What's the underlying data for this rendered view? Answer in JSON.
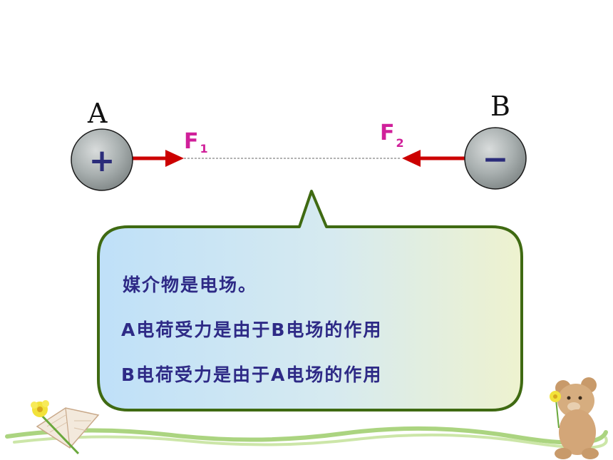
{
  "charges": {
    "a": {
      "label": "A",
      "sign": "+"
    },
    "b": {
      "label": "B",
      "sign": "−"
    }
  },
  "forces": {
    "f1": {
      "letter": "F",
      "subscript": "1"
    },
    "f2": {
      "letter": "F",
      "subscript": "2"
    }
  },
  "bubble": {
    "lines": [
      "媒介物是电场。",
      "A电荷受力是由于B电场的作用",
      "B电荷受力是由于A电场的作用"
    ]
  },
  "colors": {
    "arrow": "#cc0000",
    "force_label": "#d0209a",
    "bubble_border": "#3f6a12",
    "text": "#2e2a86"
  }
}
